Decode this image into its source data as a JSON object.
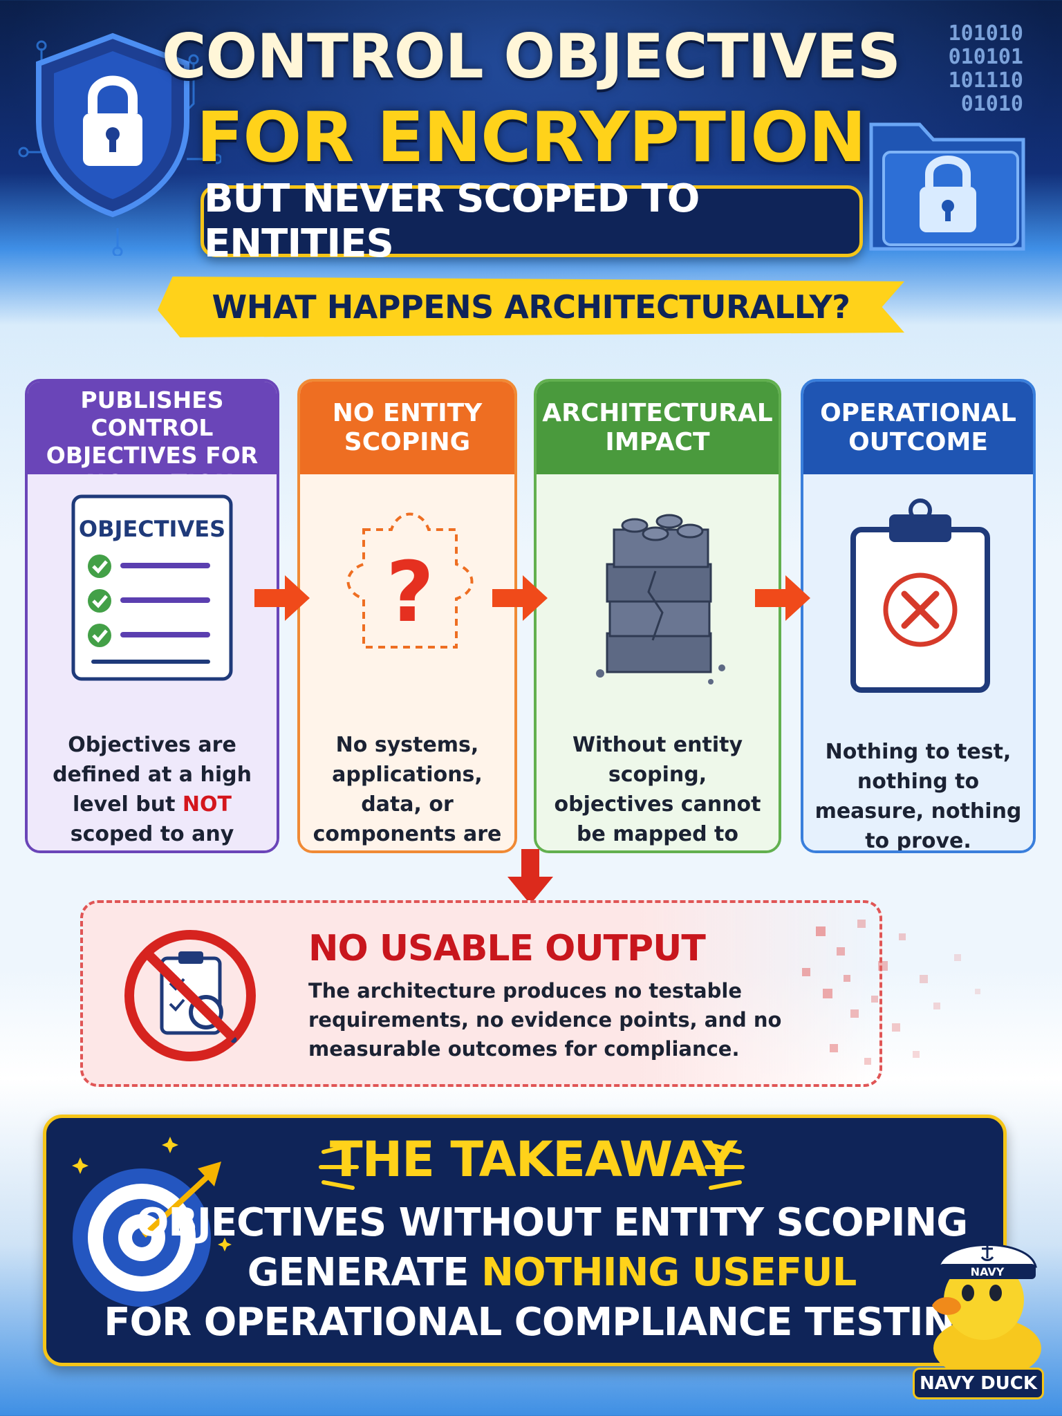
{
  "header": {
    "title_line1": "CONTROL OBJECTIVES",
    "title_line2": "FOR ENCRYPTION",
    "subtitle": "BUT NEVER SCOPED TO ENTITIES",
    "question": "WHAT HAPPENS ARCHITECTURALLY?",
    "binary": [
      "101010",
      "010101",
      "101110",
      "01010"
    ]
  },
  "steps": [
    {
      "title": "UTILITY PUBLISHES CONTROL OBJECTIVES FOR ENCRYPTION",
      "icon_label": "OBJECTIVES",
      "desc_pre": "Objectives are defined at a high level but ",
      "desc_em": "NOT",
      "desc_post": " scoped to any entities.",
      "color": "#6a45b8"
    },
    {
      "title": "NO ENTITY SCOPING",
      "desc": "No systems, applications, data, or components are identified.",
      "color": "#ee6e22"
    },
    {
      "title": "ARCHITECTURAL IMPACT",
      "desc": "Without entity scoping, objectives cannot be mapped to architecture elements or controls.",
      "color": "#4a9a3d"
    },
    {
      "title": "OPERATIONAL OUTCOME",
      "desc": "Nothing to test, nothing to measure, nothing to prove.",
      "color": "#1f55b3"
    }
  ],
  "no_output": {
    "title": "NO USABLE OUTPUT",
    "text": "The architecture produces no testable requirements, no evidence points, and no measurable outcomes for compliance."
  },
  "takeaway": {
    "title": "THE TAKEAWAY",
    "line1": "OBJECTIVES WITHOUT ENTITY SCOPING",
    "line2_pre": "GENERATE ",
    "line2_hl": "NOTHING USEFUL",
    "line3": "FOR OPERATIONAL COMPLIANCE TESTING."
  },
  "mascot": {
    "cap_text": "NAVY",
    "label": "NAVY DUCK"
  },
  "colors": {
    "navy": "#0f2458",
    "gold": "#ffd21a",
    "red": "#c8161d",
    "arrow": "#f04a1a"
  }
}
